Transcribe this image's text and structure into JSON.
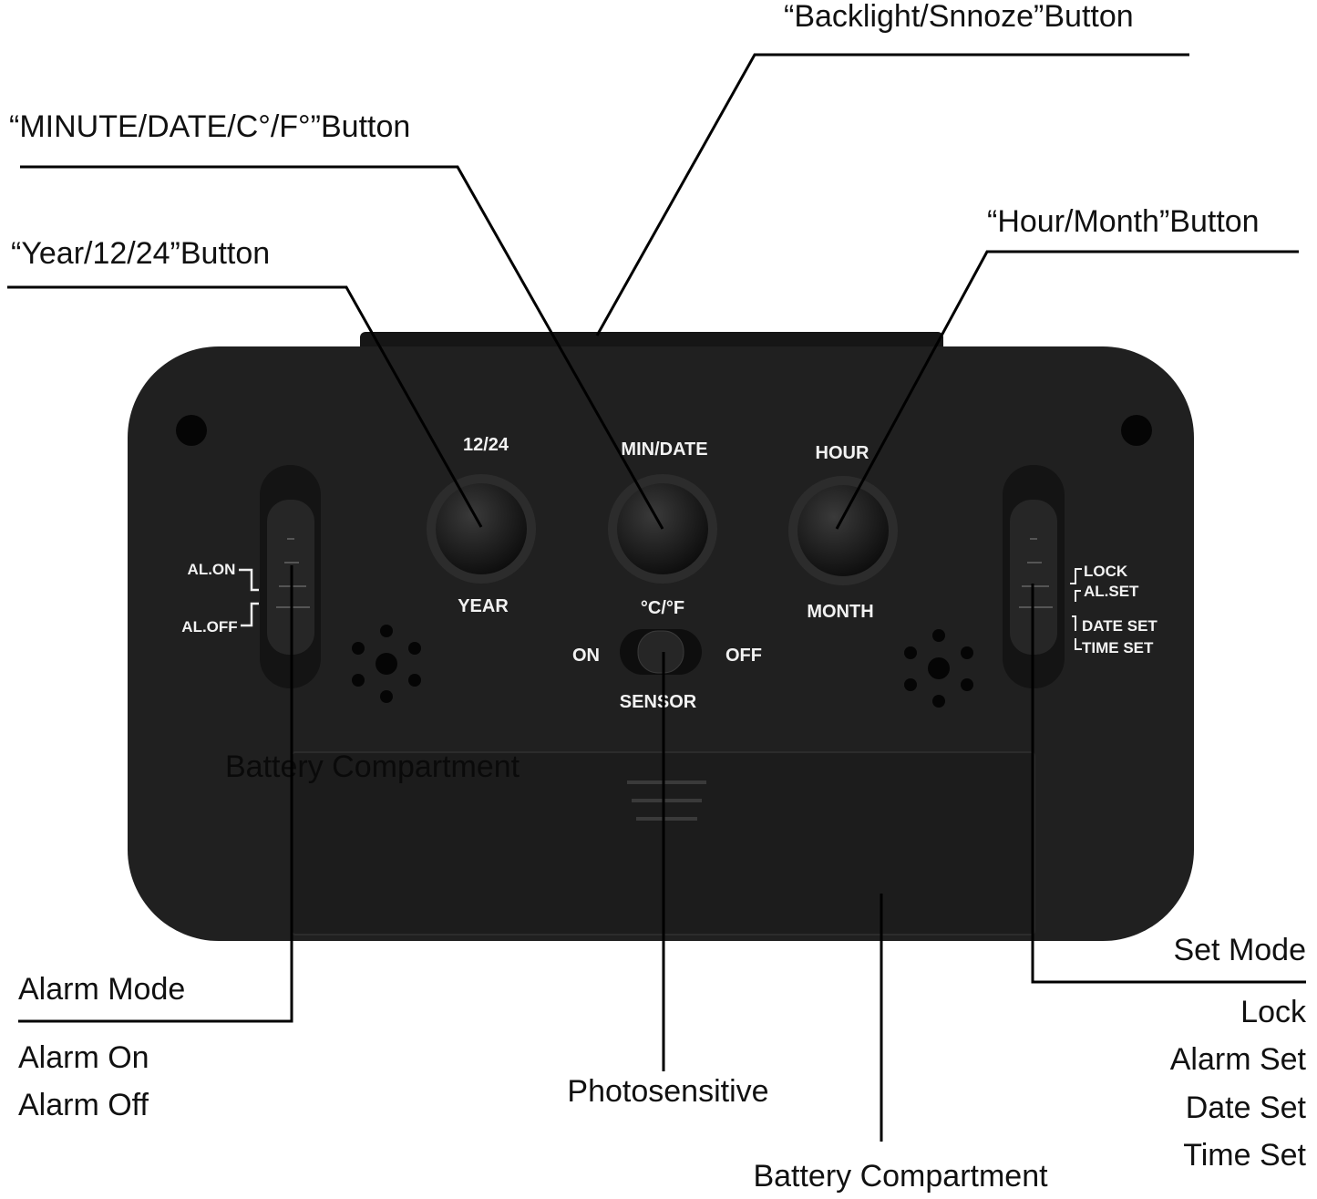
{
  "callouts": {
    "backlight": "“Backlight/Snnoze”Button",
    "minute": "“MINUTE/DATE/C°/F°”Button",
    "year": "“Year/12/24”Button",
    "hour": "“Hour/Month”Button",
    "alarm_mode": "Alarm Mode",
    "alarm_on": "Alarm On",
    "alarm_off": "Alarm Off",
    "photosensitive": "Photosensitive",
    "battery_bottom": "Battery Compartment",
    "battery_overlay": "Battery Compartment",
    "set_mode": "Set Mode",
    "lock": "Lock",
    "alarm_set": "Alarm Set",
    "date_set": "Date Set",
    "time_set": "Time Set"
  },
  "panel": {
    "btn1_top": "12/24",
    "btn1_bottom": "YEAR",
    "btn2_top": "MIN/DATE",
    "btn2_bottom": "°C/°F",
    "btn3_top": "HOUR",
    "btn3_bottom": "MONTH",
    "sensor_on": "ON",
    "sensor_off": "OFF",
    "sensor": "SENSOR",
    "al_on": "AL.ON",
    "al_off": "AL.OFF",
    "lock": "LOCK",
    "al_set": "AL.SET",
    "date_set": "DATE SET",
    "time_set": "TIME SET"
  },
  "colors": {
    "body": "#1f1f1f",
    "background": "#ffffff"
  }
}
